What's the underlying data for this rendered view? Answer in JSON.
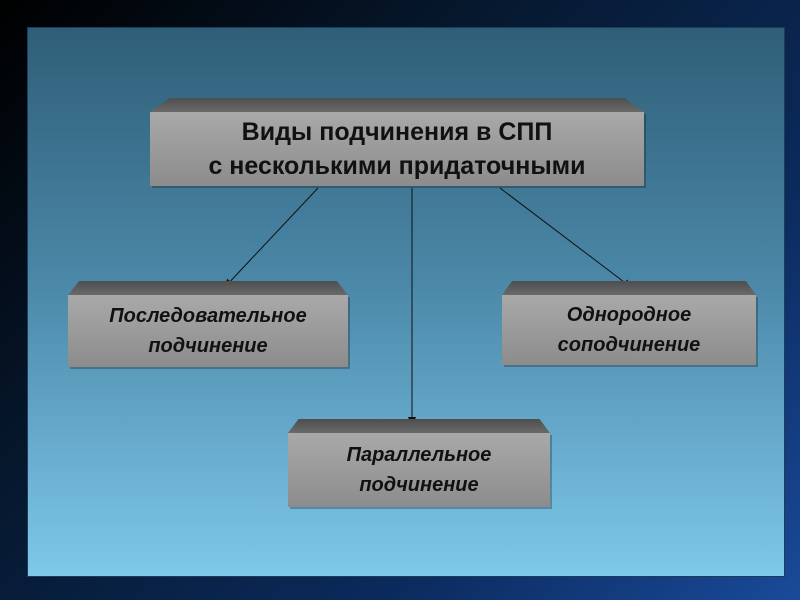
{
  "title": {
    "line1": "Виды подчинения в СПП",
    "line2": "с несколькими придаточными"
  },
  "types": {
    "sequential": {
      "line1": "Последовательное",
      "line2": "подчинение"
    },
    "homogeneous": {
      "line1": "Однородное",
      "line2": "соподчинение"
    },
    "parallel": {
      "line1": "Параллельное",
      "line2": "подчинение"
    }
  }
}
